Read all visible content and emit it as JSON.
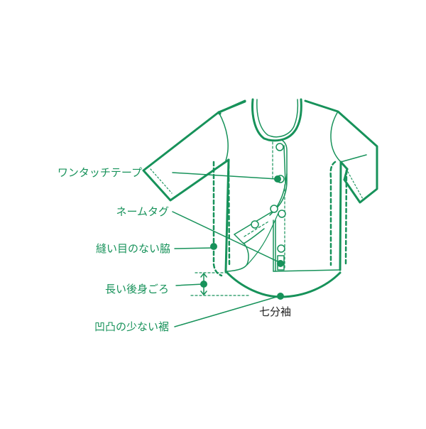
{
  "diagram": {
    "subject": "garment feature illustration",
    "accent_color": "#17925a",
    "labels": [
      {
        "id": "one-touch-tape",
        "text": "ワンタッチテープ"
      },
      {
        "id": "name-tag",
        "text": "ネームタグ"
      },
      {
        "id": "seamless-side",
        "text": "縫い目のない脇"
      },
      {
        "id": "long-back",
        "text": "長い後身ごろ"
      },
      {
        "id": "flat-hem",
        "text": "凹凸の少ない裾"
      }
    ],
    "caption": "七分袖"
  }
}
